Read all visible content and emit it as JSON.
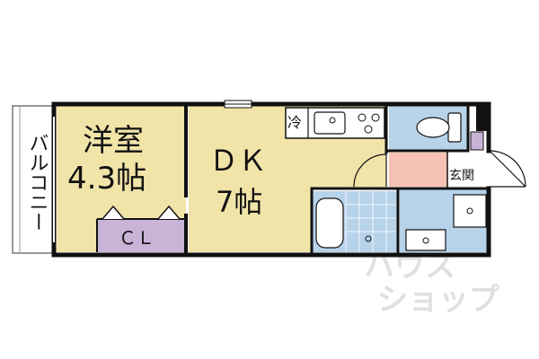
{
  "colors": {
    "wall": "#111111",
    "room": "#f1e4a8",
    "closet": "#c9b3d6",
    "toilet": "#b7d3ea",
    "bath": "#b7d3ea",
    "washroom": "#b7d3ea",
    "entrance": "#f6c2b4",
    "balcony": "#ffffff",
    "watermark": "#c8c8c8"
  },
  "rooms": {
    "western_room": {
      "name": "洋室",
      "size": "4.3帖"
    },
    "dk": {
      "name": "ＤＫ",
      "size": "7帖"
    },
    "closet": {
      "name": "ＣＬ"
    },
    "balcony": {
      "name": "バルコニー"
    },
    "entrance": {
      "name": "玄関"
    },
    "fridge": {
      "name": "冷"
    }
  },
  "watermark": {
    "line1": "ハウス",
    "line2": "ショップ"
  }
}
